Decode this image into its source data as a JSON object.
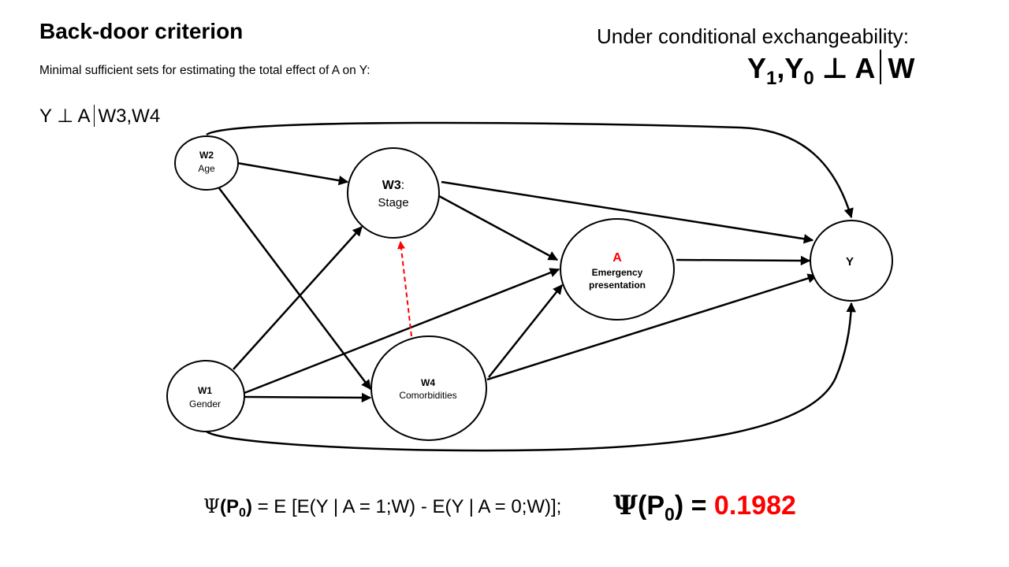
{
  "title": "Back-door criterion",
  "subtitle": "Minimal sufficient sets for estimating the total effect of A on Y:",
  "independence": {
    "left": "Y",
    "symbol": "⊥",
    "treatment": "A",
    "conditioning": "W3,W4"
  },
  "exchangeability": {
    "label": "Under conditional exchangeability:",
    "y1": "Y",
    "y1_sub": "1",
    "comma": ",",
    "y0": "Y",
    "y0_sub": "0",
    "symbol": "⊥",
    "treatment": "A",
    "conditioning": "W"
  },
  "nodes": {
    "w2": {
      "id": "W2",
      "name": "Age"
    },
    "w3": {
      "id": "W3",
      "colon": ":",
      "name": "Stage"
    },
    "a": {
      "id": "A",
      "name_line1": "Emergency",
      "name_line2": "presentation"
    },
    "y": {
      "id": "Y"
    },
    "w1": {
      "id": "W1",
      "name": "Gender"
    },
    "w4": {
      "id": "W4",
      "name": "Comorbidities"
    }
  },
  "colors": {
    "treatment_label": "#ff0000",
    "dashed_edge": "#ff0000",
    "estimate_value": "#ff0000",
    "edge": "#000000"
  },
  "estimand": {
    "psi": "Ψ",
    "p_open": "(P",
    "p_sub": "0",
    "p_close": ")",
    "definition": " = E [E(Y | A = 1;W) - E(Y | A = 0;W)];"
  },
  "estimate": {
    "psi": "Ψ",
    "p_open": "(P",
    "p_sub": "0",
    "p_close": ")",
    "equals": " = ",
    "value": "0.1982"
  }
}
